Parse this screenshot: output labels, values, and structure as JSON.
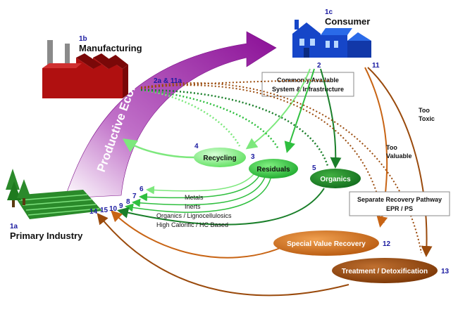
{
  "nodes": {
    "manufacturing": {
      "num": "1b",
      "label": "Manufacturing"
    },
    "consumer": {
      "num": "1c",
      "label": "Consumer"
    },
    "primary": {
      "num": "1a",
      "label": "Primary Industry"
    },
    "recycling": {
      "num": "4",
      "label": "Recycling"
    },
    "residuals": {
      "num": "3",
      "label": "Residuals"
    },
    "organics": {
      "num": "5",
      "label": "Organics"
    },
    "special": {
      "num": "12",
      "label": "Special Value Recovery"
    },
    "treatment": {
      "num": "13",
      "label": "Treatment / Detoxification"
    }
  },
  "labels": {
    "productive_economy": "Productive Economy",
    "num_2": "2",
    "num_2a": "2a & 11a",
    "num_11": "11",
    "common_line1": "Commonly Available",
    "common_line2": "System & Infrastructure",
    "too_toxic_1": "Too",
    "too_toxic_2": "Toxic",
    "too_valuable_1": "Too",
    "too_valuable_2": "Valuable",
    "separate_line1": "Separate Recovery Pathway",
    "separate_line2": "EPR / PS",
    "num_6": "6",
    "num_7": "7",
    "num_8": "8",
    "num_9": "9",
    "num_10": "10",
    "num_15": "15",
    "num_14": "14",
    "metals": "Metals",
    "inerts": "Inerts",
    "organics_ligno": "Organics / Lignocellulosics",
    "high_calorific": "High Calorific / HC Based"
  },
  "colors": {
    "light_green": "#7de87d",
    "mid_green": "#2fbf3f",
    "dark_green": "#1a7f2a",
    "purple": "#a020a8",
    "brown": "#9a4a0c",
    "orange": "#c86414",
    "factory_red": "#b01010",
    "house_blue": "#1646c8"
  }
}
